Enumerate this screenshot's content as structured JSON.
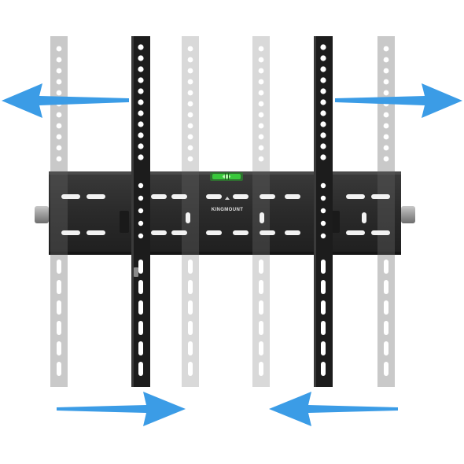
{
  "product": {
    "brand_text": "KINGMOUNT",
    "arrows": [
      {
        "direction": "left",
        "meaning": "slide-outward"
      },
      {
        "direction": "right",
        "meaning": "slide-outward"
      },
      {
        "direction": "right",
        "meaning": "slide-inward"
      },
      {
        "direction": "left",
        "meaning": "slide-inward"
      }
    ],
    "colors": {
      "arrow": "#3b9ce6",
      "plate": "#2b2b2b",
      "arm_dark": "#1c1c1c",
      "arm_ghost": "#c4c4c4",
      "level_bubble": "#39c83b",
      "knob": "#9a9a9a"
    }
  }
}
